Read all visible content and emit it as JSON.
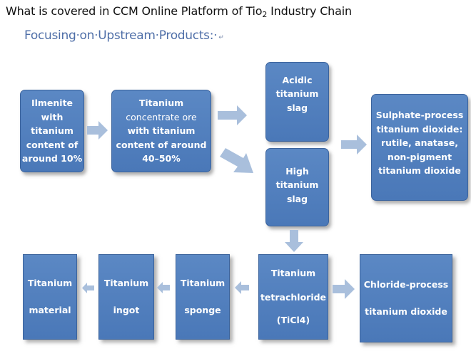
{
  "title": {
    "pre": "What is covered in CCM Online Platform of Tio",
    "sub": "2",
    "post": "  Industry Chain"
  },
  "subtitle": {
    "text": "Focusing·on·Upstream·Products:·",
    "mark": "↵"
  },
  "nodes": {
    "ilmenite": [
      "Ilmenite",
      "with",
      "titanium",
      "content of",
      "around 10%"
    ],
    "concentrate": [
      "Titanium",
      "concentrate ore",
      "with titanium",
      "content of around",
      "40–50%"
    ],
    "acidic_slag": [
      "Acidic",
      "titanium",
      "slag"
    ],
    "high_slag": [
      "High",
      "titanium",
      "slag"
    ],
    "sulphate": [
      "Sulphate-process",
      "titanium dioxide:",
      "rutile, anatase,",
      "non-pigment",
      "titanium dioxide"
    ],
    "ticl4": [
      "Titanium",
      "tetrachloride",
      "(TiCl4)"
    ],
    "chloride": [
      "Chloride-process",
      "titanium dioxide"
    ],
    "sponge": [
      "Titanium",
      "sponge"
    ],
    "ingot": [
      "Titanium",
      "ingot"
    ],
    "material": [
      "Titanium",
      "material"
    ]
  },
  "colors": {
    "box_fill": "#5080bf",
    "box_border": "#3b639c",
    "arrow_fill": "#a9bfdc",
    "subtitle": "#4f6fa8"
  }
}
